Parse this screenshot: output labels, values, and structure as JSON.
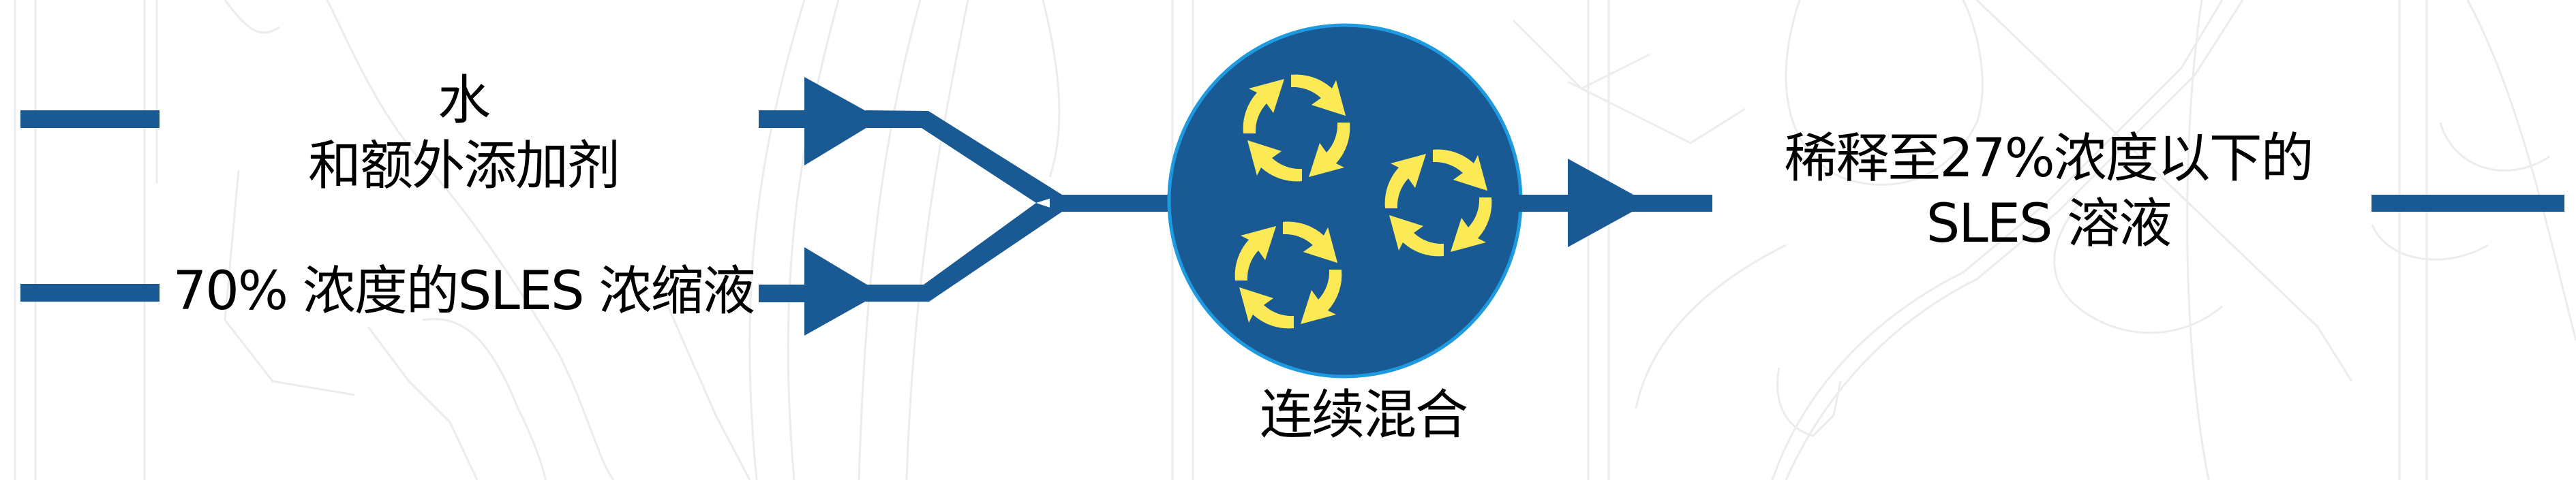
{
  "diagram": {
    "type": "process-flow",
    "colors": {
      "pipe": "#1a5a94",
      "mixer_fill": "#1a5a94",
      "mixer_border": "#1e9be0",
      "swirl_arrows": "#fbea55",
      "text": "#000000",
      "background_art": "#ececec"
    },
    "inputs": [
      {
        "id": "water",
        "lines": [
          "水",
          "和额外添加剂"
        ]
      },
      {
        "id": "sles-concentrate",
        "lines": [
          "70% 浓度的SLES 浓缩液"
        ]
      }
    ],
    "mixer": {
      "label": "连续混合",
      "swirl_groups": 3,
      "arrows_per_group": 4
    },
    "output": {
      "lines": [
        "稀释至27%浓度以下的",
        "SLES 溶液"
      ]
    },
    "edges": [
      {
        "from": "water",
        "to": "mixer"
      },
      {
        "from": "sles-concentrate",
        "to": "mixer"
      },
      {
        "from": "mixer",
        "to": "output"
      }
    ]
  }
}
